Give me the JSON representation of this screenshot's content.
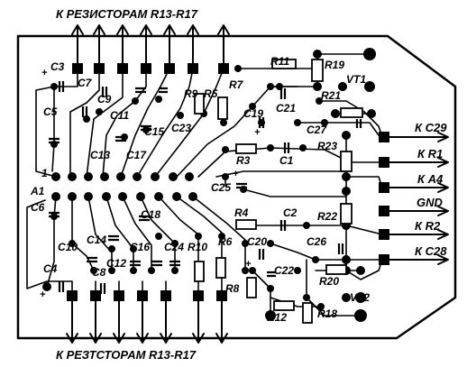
{
  "top_caption": "К РЕЗИСТОРАМ R13-R17",
  "bottom_caption": "К РЕЗТСТОРАМ R13-R17",
  "connector_labels": {
    "c29": "К С29",
    "r1": "К R1",
    "a4": "К А4",
    "gnd": "GND",
    "r2": "К R2",
    "c28": "К С28"
  },
  "component_labels": {
    "c3": "C3",
    "c7": "C7",
    "c9": "C9",
    "c11": "C11",
    "c5": "C5",
    "r9": "R9",
    "r5": "R5",
    "r7": "R7",
    "r11": "R11",
    "r19": "R19",
    "vt1": "VT1",
    "r21": "R21",
    "c19": "C19",
    "c21": "C21",
    "c23": "C23",
    "c15": "C15",
    "c13": "C13",
    "c17": "C17",
    "c27": "C27",
    "r23": "R23",
    "r3": "R3",
    "c1": "C1",
    "c25": "C25",
    "a1": "A1",
    "pin1": "1",
    "c6": "C6",
    "c18": "C18",
    "r4": "R4",
    "c2": "C2",
    "r22": "R22",
    "c14": "C14",
    "c10": "C10",
    "c16": "C16",
    "c24": "C24",
    "r10": "R10",
    "r6": "R6",
    "c20": "C20",
    "c26": "C26",
    "c12": "C12",
    "c8": "C8",
    "c4": "C4",
    "c22": "C22",
    "r20": "R20",
    "r8": "R8",
    "r12": "R12",
    "r18": "R18",
    "vt2": "VT2"
  },
  "polarity_marks": {
    "plus": "+"
  }
}
